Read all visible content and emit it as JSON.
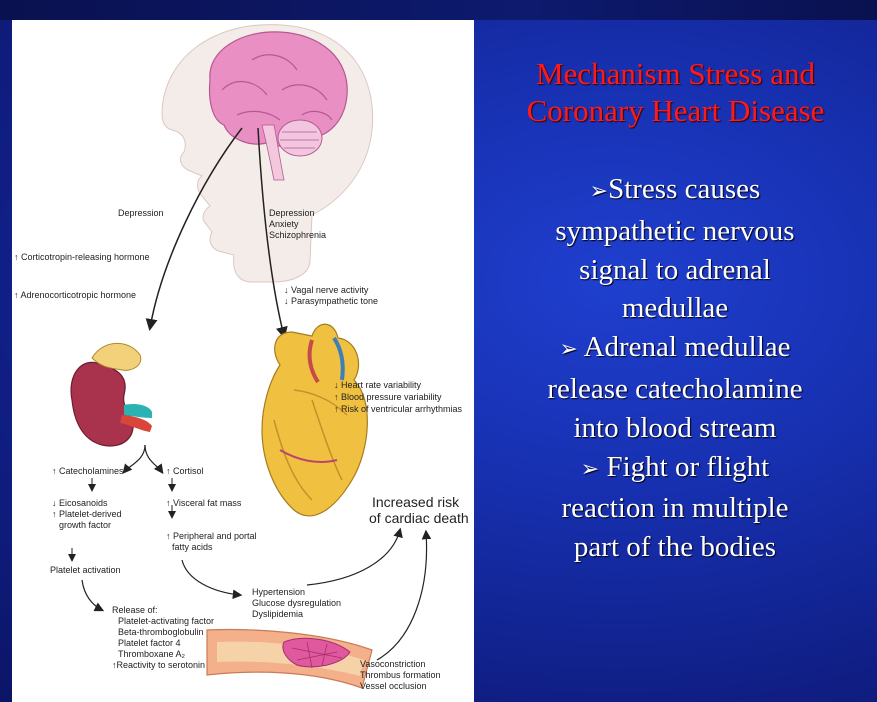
{
  "slide": {
    "title_lines": [
      "Mechanism Stress and",
      "Coronary Heart Disease"
    ],
    "bullet_marker": "➢",
    "bullets": [
      {
        "lines": [
          "Stress causes",
          "sympathetic nervous",
          "signal to adrenal",
          "medullae"
        ]
      },
      {
        "lines": [
          "Adrenal medullae",
          "release catecholamine",
          "into blood stream"
        ]
      },
      {
        "lines": [
          "Fight or flight",
          "reaction in multiple",
          "part of the bodies"
        ]
      }
    ],
    "colors": {
      "title": "#ff1a1a",
      "text": "#ffffff",
      "background": "#1730b0"
    }
  },
  "figure": {
    "labels": {
      "depression_left": "Depression",
      "depression_right": "Depression",
      "anxiety": "Anxiety",
      "schizophrenia": "Schizophrenia",
      "crh": "↑ Corticotropin-releasing hormone",
      "acth": "↑ Adrenocorticotropic hormone",
      "vagal": "↓ Vagal nerve activity",
      "parasympathetic": "↓ Parasympathetic tone",
      "hrv": "↓ Heart rate variability",
      "bpv": "↑ Blood pressure variability",
      "arrhythmia": "↑ Risk of ventricular arrhythmias",
      "catecholamines": "↑ Catecholamines",
      "cortisol": "↑ Cortisol",
      "eicosanoids": "↓ Eicosanoids",
      "pdgf1": "↑ Platelet-derived",
      "pdgf2": "growth factor",
      "visceral": "↑ Visceral fat mass",
      "peripheral1": "↑ Peripheral and portal",
      "peripheral2": "fatty acids",
      "platelet_activation": "Platelet activation",
      "release_of": "Release of:",
      "paf": "Platelet-activating factor",
      "btg": "Beta-thromboglobulin",
      "pf4": "Platelet factor 4",
      "txa": "Thromboxane A₂",
      "serotonin": "↑Reactivity to serotonin",
      "hypertension": "Hypertension",
      "glucose": "Glucose dysregulation",
      "dyslipidemia": "Dyslipidemia",
      "vasoconstriction": "Vasoconstriction",
      "thrombus": "Thrombus formation",
      "occlusion": "Vessel occlusion",
      "risk1": "Increased risk",
      "risk2": "of cardiac death"
    }
  }
}
